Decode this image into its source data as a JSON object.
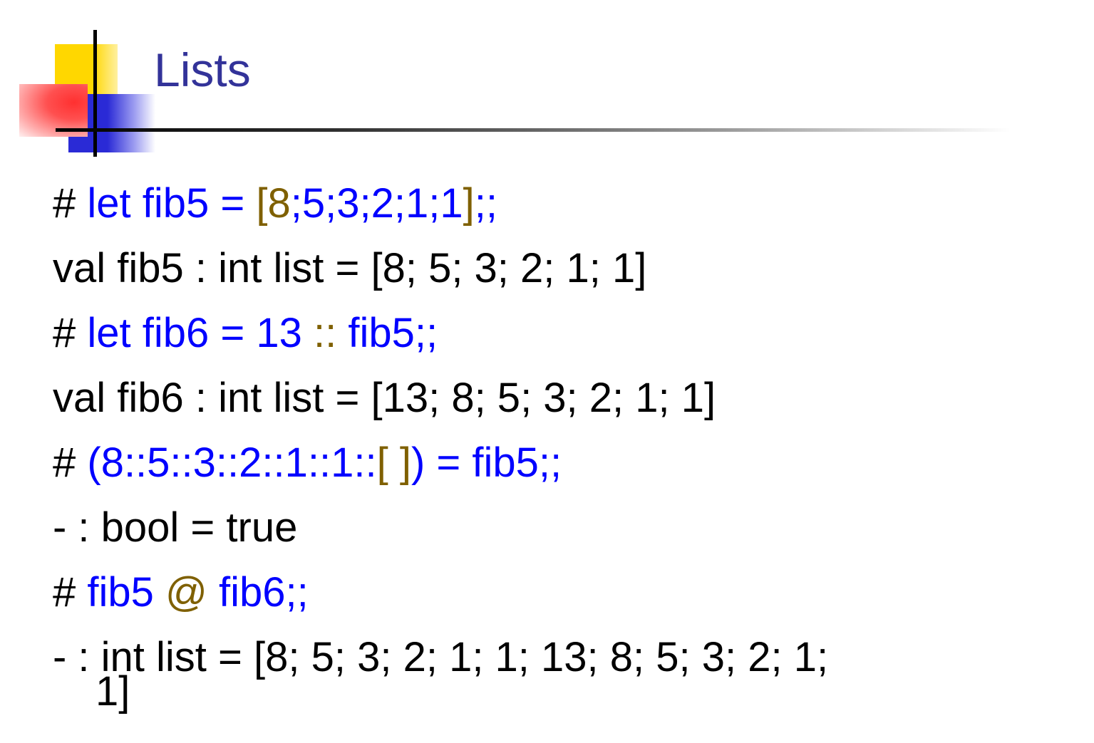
{
  "slide": {
    "title": "Lists",
    "lines": [
      {
        "prompt": "# ",
        "parts": [
          "let fib5 = ",
          "[8",
          ";5;3;2;1;1",
          "]",
          ";;"
        ]
      },
      {
        "text": "val fib5 : int list = [8; 5; 3; 2; 1; 1]"
      },
      {
        "prompt": "# ",
        "parts": [
          "let fib6 = 13 ",
          "::",
          " fib5;;"
        ]
      },
      {
        "text": "val fib6 : int list = [13; 8; 5; 3; 2; 1; 1]"
      },
      {
        "prompt": "# ",
        "parts": [
          "(8::5::3::2::1::1::",
          "[ ]",
          ") = fib5;;"
        ]
      },
      {
        "text": "- : bool = true"
      },
      {
        "prompt": "# ",
        "parts": [
          "fib5 ",
          "@",
          " fib6;;"
        ]
      },
      {
        "text": "- : int list = [8; 5; 3; 2; 1; 1; 13; 8; 5; 3; 2; 1;",
        "continuation": "1]"
      }
    ]
  },
  "colors": {
    "title": "#333399",
    "input": "#0000ff",
    "operator": "#7f6000",
    "output": "#000000"
  }
}
